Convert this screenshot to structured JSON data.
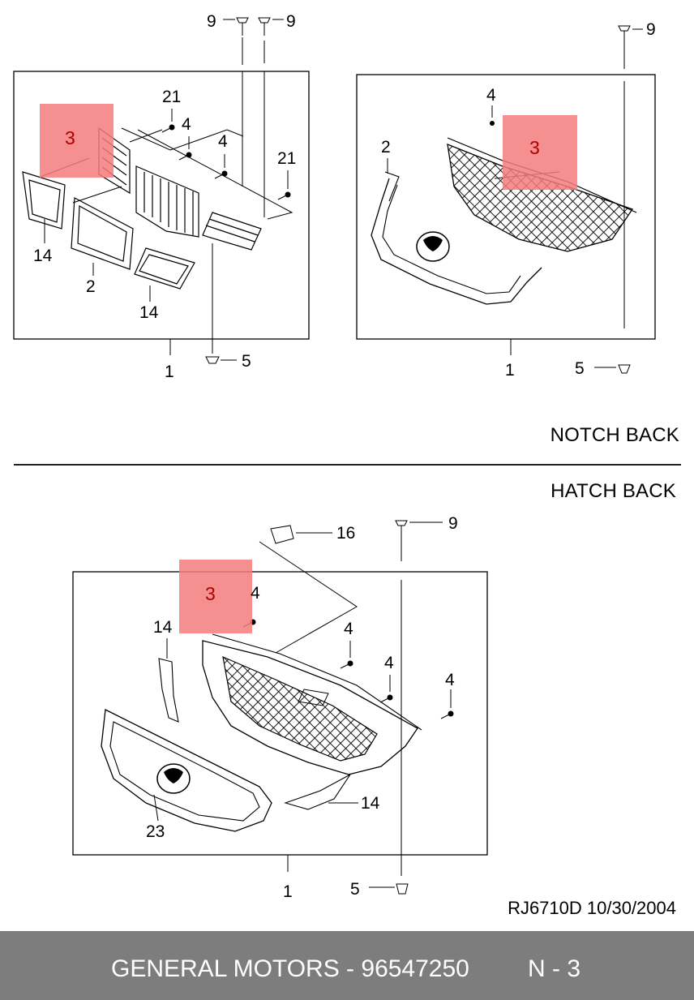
{
  "sections": {
    "notch_back": "NOTCH BACK",
    "hatch_back": "HATCH BACK"
  },
  "drawing_ref": "RJ6710D  10/30/2004",
  "footer": {
    "maker": "GENERAL MOTORS - 96547250",
    "page": "N - 3"
  },
  "callouts": {
    "tl_9a": "9",
    "tl_9b": "9",
    "tl_21a": "21",
    "tl_4a": "4",
    "tl_4b": "4",
    "tl_21b": "21",
    "tl_3": "3",
    "tl_14a": "14",
    "tl_2": "2",
    "tl_14b": "14",
    "tl_1": "1",
    "tl_5": "5",
    "tr_9": "9",
    "tr_4": "4",
    "tr_2": "2",
    "tr_3": "3",
    "tr_1": "1",
    "tr_5": "5",
    "b_16": "16",
    "b_9": "9",
    "b_3": "3",
    "b_4a": "4",
    "b_14a": "14",
    "b_4b": "4",
    "b_4c": "4",
    "b_4d": "4",
    "b_14b": "14",
    "b_23": "23",
    "b_1": "1",
    "b_5": "5"
  },
  "colors": {
    "highlight": "#f47c7c",
    "footer_bg": "#7d7d7d"
  }
}
